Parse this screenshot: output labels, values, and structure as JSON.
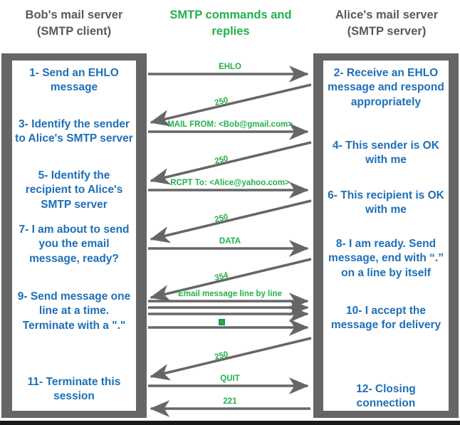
{
  "header": {
    "left": {
      "line1": "Bob's mail server",
      "line2": "(SMTP client)",
      "color": "#595959"
    },
    "middle": {
      "line1": "SMTP commands and",
      "line2": "replies",
      "color": "#22b14c"
    },
    "right": {
      "line1": "Alice's mail server",
      "line2": "(SMTP server)",
      "color": "#595959"
    }
  },
  "colors": {
    "step_text": "#1f6fb5",
    "label_green": "#22b14c",
    "frame_grey": "#666666",
    "arrow_grey": "#666666",
    "panel_bg": "#ffffff",
    "bottom_strip": "#1b1b1b"
  },
  "client_steps": [
    {
      "id": "step-1",
      "text": "1- Send an EHLO message"
    },
    {
      "id": "step-3",
      "text": "3- Identify the sender to Alice's SMTP server"
    },
    {
      "id": "step-5",
      "text": "5- Identify the recipient to Alice's SMTP server"
    },
    {
      "id": "step-7",
      "text": "7- I am about to send you the email message, ready?"
    },
    {
      "id": "step-9",
      "text": "9- Send message one line at a time. Terminate with a \".\""
    },
    {
      "id": "step-11",
      "text": "11- Terminate this session"
    }
  ],
  "server_steps": [
    {
      "id": "step-2",
      "text": "2- Receive an EHLO message and respond appropriately"
    },
    {
      "id": "step-4",
      "text": "4- This sender is OK with me"
    },
    {
      "id": "step-6",
      "text": "6- This recipient is OK with me"
    },
    {
      "id": "step-8",
      "text": "8-  I am ready. Send message, end with “.” on a line by itself"
    },
    {
      "id": "step-10",
      "text": "10-  I accept the message for delivery"
    },
    {
      "id": "step-12",
      "text": "12-  Closing connection"
    }
  ],
  "messages": [
    {
      "id": "msg-ehlo",
      "label": "EHLO",
      "direction": "client-to-server",
      "style": "horizontal"
    },
    {
      "id": "msg-250-a",
      "label": "250",
      "direction": "server-to-client",
      "style": "diagonal"
    },
    {
      "id": "msg-mail-from",
      "label": "MAIL FROM: <Bob@gmail.com>",
      "direction": "client-to-server",
      "style": "horizontal"
    },
    {
      "id": "msg-250-b",
      "label": "250",
      "direction": "server-to-client",
      "style": "diagonal"
    },
    {
      "id": "msg-rcpt-to",
      "label": "RCPT To: <Alice@yahoo.com>",
      "direction": "client-to-server",
      "style": "horizontal"
    },
    {
      "id": "msg-250-c",
      "label": "250",
      "direction": "server-to-client",
      "style": "diagonal"
    },
    {
      "id": "msg-data",
      "label": "DATA",
      "direction": "client-to-server",
      "style": "horizontal"
    },
    {
      "id": "msg-354",
      "label": "354",
      "direction": "server-to-client",
      "style": "diagonal"
    },
    {
      "id": "msg-email-line",
      "label": "Email message line by line",
      "direction": "client-to-server",
      "style": "horizontal"
    },
    {
      "id": "msg-line-2",
      "label": "",
      "direction": "client-to-server",
      "style": "horizontal"
    },
    {
      "id": "msg-line-3",
      "label": "",
      "direction": "client-to-server",
      "style": "horizontal"
    },
    {
      "id": "msg-line-4",
      "label": "",
      "direction": "client-to-server",
      "style": "horizontal"
    },
    {
      "id": "msg-terminator",
      "label": "",
      "direction": "client-to-server",
      "style": "horizontal"
    },
    {
      "id": "msg-250-d",
      "label": "250",
      "direction": "server-to-client",
      "style": "diagonal"
    },
    {
      "id": "msg-quit",
      "label": "QUIT",
      "direction": "client-to-server",
      "style": "horizontal"
    },
    {
      "id": "msg-221",
      "label": "221",
      "direction": "server-to-client",
      "style": "horizontal"
    }
  ]
}
